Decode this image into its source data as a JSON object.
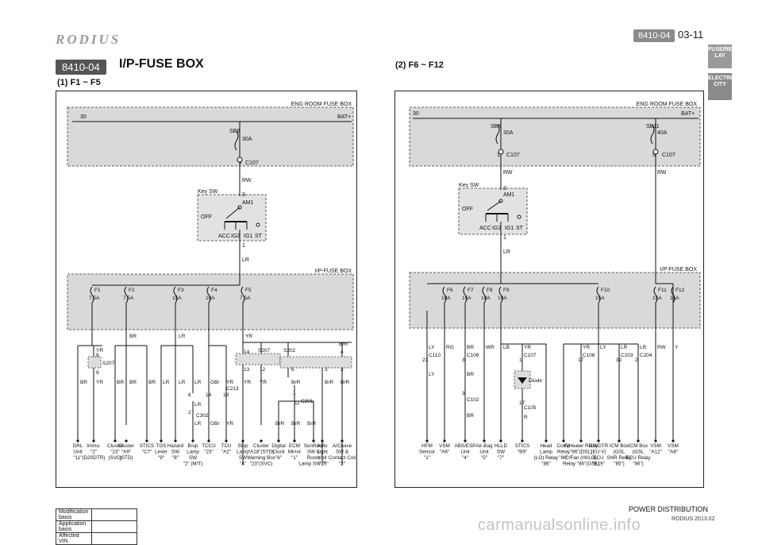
{
  "header": {
    "brand": "RODIUS",
    "code": "8410-04",
    "page": "03-11"
  },
  "tabs": [
    "FUSE/RE LAY",
    "ELECTRI CITY"
  ],
  "section": {
    "code": "8410-04",
    "title": "I/P-FUSE BOX"
  },
  "left": {
    "subtitle": "(1) F1 ~ F5",
    "eng_box": "ENG ROOM FUSE BOX",
    "ip_box": "I/P-FUSE BOX",
    "bus_30": "30",
    "bus_bat": "BAT+",
    "sb": "SB8",
    "sb_amp": "30A",
    "conn": "C107",
    "conn_pin": "1",
    "wire_rw": "RW",
    "keysw": {
      "label": "Key SW",
      "am1": "AM1",
      "off": "OFF",
      "pin_in": "3",
      "pin_out": "1",
      "pos": [
        "ACC",
        "IG2",
        "IG1",
        "ST"
      ]
    },
    "wire_lr": "LR",
    "fuses": [
      {
        "name": "F1",
        "amp": "7.5A"
      },
      {
        "name": "F2",
        "amp": "7.5A"
      },
      {
        "name": "F3",
        "amp": "15A"
      },
      {
        "name": "F4",
        "amp": "10A"
      },
      {
        "name": "F5",
        "amp": "7.5A"
      }
    ],
    "wires": {
      "yr": "YR",
      "br": "BR",
      "lr": "LR",
      "gbr": "GBr",
      "brr": "BrR"
    },
    "splices": {
      "s207a": "S207",
      "s207b": "S207",
      "s202": "S202",
      "c213": "C213",
      "c302": "C302",
      "c201": "C201"
    },
    "pins": {
      "p8": "8",
      "p9": "9",
      "p14": "14",
      "p13": "13",
      "p12": "12",
      "p6": "6",
      "p3": "3",
      "p4": "4",
      "p2": "2",
      "p6b": "6",
      "p14b": "14",
      "p18": "18",
      "p2b": "2",
      "p1": "1",
      "p11": "11"
    },
    "loads": [
      {
        "l1": "DRL",
        "l2": "Unit",
        "l3": "\"11\"",
        "l4": ""
      },
      {
        "l1": "Immo.",
        "l2": "\"2\"",
        "l3": "(D20DTR)",
        "l4": ""
      },
      {
        "l1": "Cluster",
        "l2": "\"23\"",
        "l3": "(SVC)",
        "l4": ""
      },
      {
        "l1": "Cluster",
        "l2": "\"A9\"",
        "l3": "(STD)",
        "l4": ""
      },
      {
        "l1": "STICS",
        "l2": "\"C7\"",
        "l3": "",
        "l4": ""
      },
      {
        "l1": "TGS",
        "l2": "Lever",
        "l3": "\"9\"",
        "l4": ""
      },
      {
        "l1": "Hazard",
        "l2": "SW",
        "l3": "\"8\"",
        "l4": ""
      },
      {
        "l1": "B/up",
        "l2": "Lamp",
        "l3": "SW",
        "l4": "\"2\" (M/T)"
      },
      {
        "l1": "TCCU",
        "l2": "\"23\"",
        "l3": "",
        "l4": ""
      },
      {
        "l1": "TCU",
        "l2": "\"A2\"",
        "l3": "",
        "l4": ""
      },
      {
        "l1": "Stop",
        "l2": "Lamp",
        "l3": "SW",
        "l4": "\"4\""
      },
      {
        "l1": "Cluster",
        "l2": "\"A18\"(STD)",
        "l3": "Warning Box",
        "l4": "\"23\"(SVC)"
      },
      {
        "l1": "Digital",
        "l2": "Clock",
        "l3": "\"6\"",
        "l4": ""
      },
      {
        "l1": "ECM",
        "l2": "Mirror",
        "l3": "\"1\"",
        "l4": ""
      },
      {
        "l1": "SunRoof",
        "l2": "SW &",
        "l3": "Room",
        "l4": "Lamp SW \"9\""
      },
      {
        "l1": "Auto",
        "l2": "Light",
        "l3": "Unit",
        "l4": "\"1\""
      },
      {
        "l1": "A/Cruise",
        "l2": "SW &",
        "l3": "Contact Coil",
        "l4": "\"2\""
      }
    ]
  },
  "right": {
    "subtitle": "(2) F6 ~ F12",
    "eng_box": "ENG ROOM FUSE BOX",
    "ip_box": "I/P-FUSE BOX",
    "bus_30": "30",
    "bus_bat": "BAT+",
    "sb1": "SB8",
    "sb1_amp": "30A",
    "sb2": "SB11",
    "sb2_amp": "40A",
    "conn": "C107",
    "pin1": "1",
    "pin5": "5",
    "wire_rw": "RW",
    "keysw": {
      "label": "Key SW",
      "am1": "AM1",
      "off": "OFF",
      "pin_in": "3",
      "pin_out": "1",
      "pos": [
        "ACC",
        "IG2",
        "IG1",
        "ST"
      ]
    },
    "wire_lr": "LR",
    "fuses": [
      {
        "name": "F6",
        "amp": "10A"
      },
      {
        "name": "F7",
        "amp": "15A"
      },
      {
        "name": "F8",
        "amp": "10A"
      },
      {
        "name": "F9",
        "amp": "10A"
      },
      {
        "name": "F10",
        "amp": "15A"
      },
      {
        "name": "F11",
        "amp": "15A"
      },
      {
        "name": "F12",
        "amp": "15A"
      }
    ],
    "wires": {
      "ly": "LY",
      "rg": "RG",
      "br": "BR",
      "wr": "WR",
      "lb": "LB",
      "yr": "YR",
      "lr": "LR",
      "rw": "RW",
      "y": "Y",
      "r": "R"
    },
    "conns": {
      "c110": "C110",
      "c106": "C106",
      "c102": "C102",
      "c107": "C107",
      "c105": "C105",
      "c106b": "C106",
      "c203": "C203",
      "c204": "C204",
      "diode": "Diode"
    },
    "pins": {
      "p23": "23",
      "p3": "3",
      "p3b": "3",
      "p1": "1",
      "p17": "17",
      "p17b": "17",
      "p32": "32",
      "p2": "2"
    },
    "loads": [
      {
        "l1": "HFM",
        "l2": "Sensor",
        "l3": "\"1\"",
        "l4": ""
      },
      {
        "l1": "VSM",
        "l2": "\"A6\"",
        "l3": "",
        "l4": ""
      },
      {
        "l1": "ABS/ESP",
        "l2": "Unit",
        "l3": "\"4\"",
        "l4": ""
      },
      {
        "l1": "Air-Bag",
        "l2": "Unit",
        "l3": "\"5\"",
        "l4": ""
      },
      {
        "l1": "HLLD",
        "l2": "SW",
        "l3": "\"7\"",
        "l4": ""
      },
      {
        "l1": "STICS",
        "l2": "\"B9\"",
        "l3": "",
        "l4": ""
      },
      {
        "l1": "Head",
        "l2": "Lamp",
        "l3": "(LO) Relay",
        "l4": "\"86\""
      },
      {
        "l1": "Comp",
        "l2": "Relay",
        "l3": "\"86\"",
        "l4": ""
      },
      {
        "l1": "F/Heater Relay",
        "l2": "\"86\"(DSL)",
        "l3": "C/Fan (HI/LO)",
        "l4": "Relay \"86\"(GSL)"
      },
      {
        "l1": "D20DTR",
        "l2": "(EU-V)",
        "l3": "ECU",
        "l4": "\"B19\""
      },
      {
        "l1": "ICM Box",
        "l2": "(GSL",
        "l3": "SNR Relay",
        "l4": "\"85\")"
      },
      {
        "l1": "ICM Box",
        "l2": "(GSL",
        "l3": "ECU Relay",
        "l4": "\"86\")"
      },
      {
        "l1": "VSM",
        "l2": "\"A12\"",
        "l3": "",
        "l4": ""
      },
      {
        "l1": "VSM",
        "l2": "\"A8\"",
        "l3": "",
        "l4": ""
      }
    ]
  },
  "footer": {
    "rows": [
      "Modification basis",
      "Application basis",
      "Affected VIN"
    ],
    "pd": "POWER DISTRIBUTION",
    "pdc": "RODIUS 2013.02",
    "watermark": "carmanualsonline.info"
  }
}
